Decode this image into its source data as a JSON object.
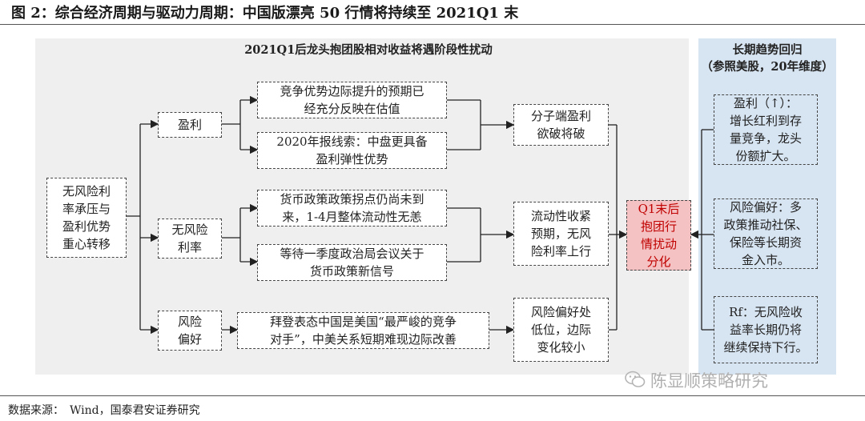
{
  "title": "图 2：综合经济周期与驱动力周期：中国版漂亮 50 行情将持续至 2021Q1 末",
  "main_header": "2021Q1后龙头抱团股相对收益将遇阶段性扰动",
  "right_header": "长期趋势回归\n（参照美股，20年维度）",
  "nodes": {
    "start": "无风险利\n率承压与\n盈利优势\n重心转移",
    "profit": "盈利",
    "riskfree": "无风险\n利率",
    "riskpref": "风险\n偏好",
    "profit_a": "竞争优势边际提升的预期已\n经充分反映在估值",
    "profit_b": "2020年报线索：中盘更具备\n盈利弹性优势",
    "rf_a": "货币政策政策拐点仍尚未到\n来，1-4月整体流动性无恙",
    "rf_b": "等待一季度政治局会议关于\n货币政策新信号",
    "rp_a": "拜登表态中国是美国“最严峻的竞争\n对手”，中美关系短期难现边际改善",
    "profit_res": "分子端盈利\n欲破将破",
    "rf_res": "流动性收紧\n预期，无风\n险利率上行",
    "rp_res": "风险偏好处\n低位，边际\n变化较小",
    "center": "Q1末后\n抱团行\n情扰动\n分化",
    "right_1": "盈利（↑）：\n增长红利到存\n量竞争，龙头\n份额扩大。",
    "right_2": "风险偏好：多\n政策推动社保、\n保险等长期资\n金入市。",
    "right_3": "Rf：无风险收\n益率长期仍将\n继续保持下行。"
  },
  "source": "数据来源：　Wind，国泰君安证券研究",
  "watermark": "陈显顺策略研究",
  "colors": {
    "highlight_text": "#c00000",
    "highlight_fill": "#f4c2c2",
    "right_panel": "#d7e4f1",
    "main_panel": "#efefef"
  }
}
